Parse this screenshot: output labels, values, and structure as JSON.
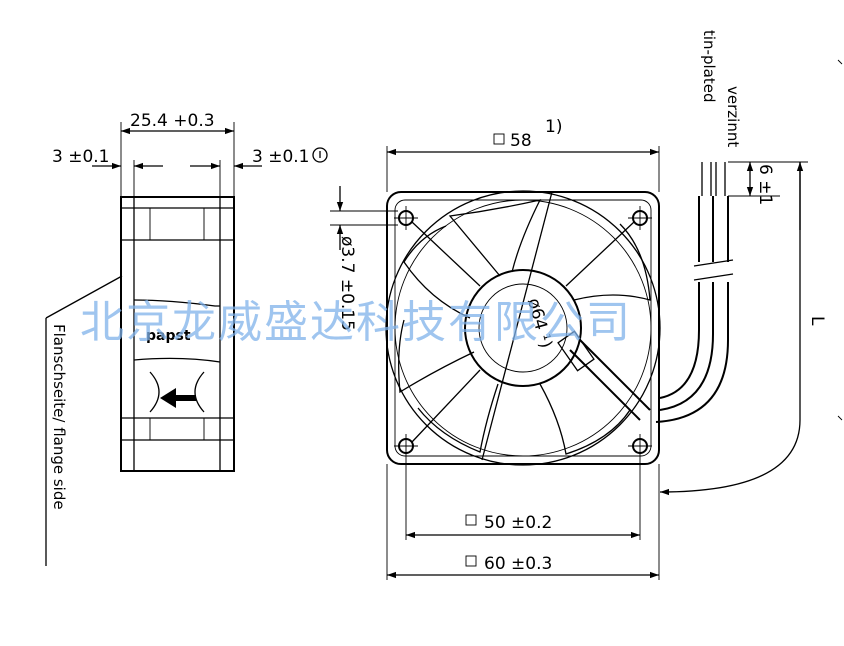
{
  "side_view": {
    "overall_depth": "25.4  +0.3",
    "left_flange": "3  ±0.1",
    "right_flange": "3  ±0.1",
    "flange_side_label": "Flanschseite/ flange side",
    "brand_label": "papst"
  },
  "front_view": {
    "frame_square": "58",
    "footnote_ref": "1)",
    "impeller_diameter": "ø64 ¹)",
    "hole_diameter": "ø3.7 ±0.15",
    "hole_pitch": "50  ±0.2",
    "overall_size": "60  ±0.3"
  },
  "leads": {
    "label_de": "verzinnt",
    "label_en": "tin-plated",
    "strip_length": "6 ±1",
    "lead_length_symbol": "L"
  },
  "watermark": "北京龙威盛达科技有限公司",
  "colors": {
    "watermark": "#7fb2ea",
    "lines": "#000000"
  }
}
